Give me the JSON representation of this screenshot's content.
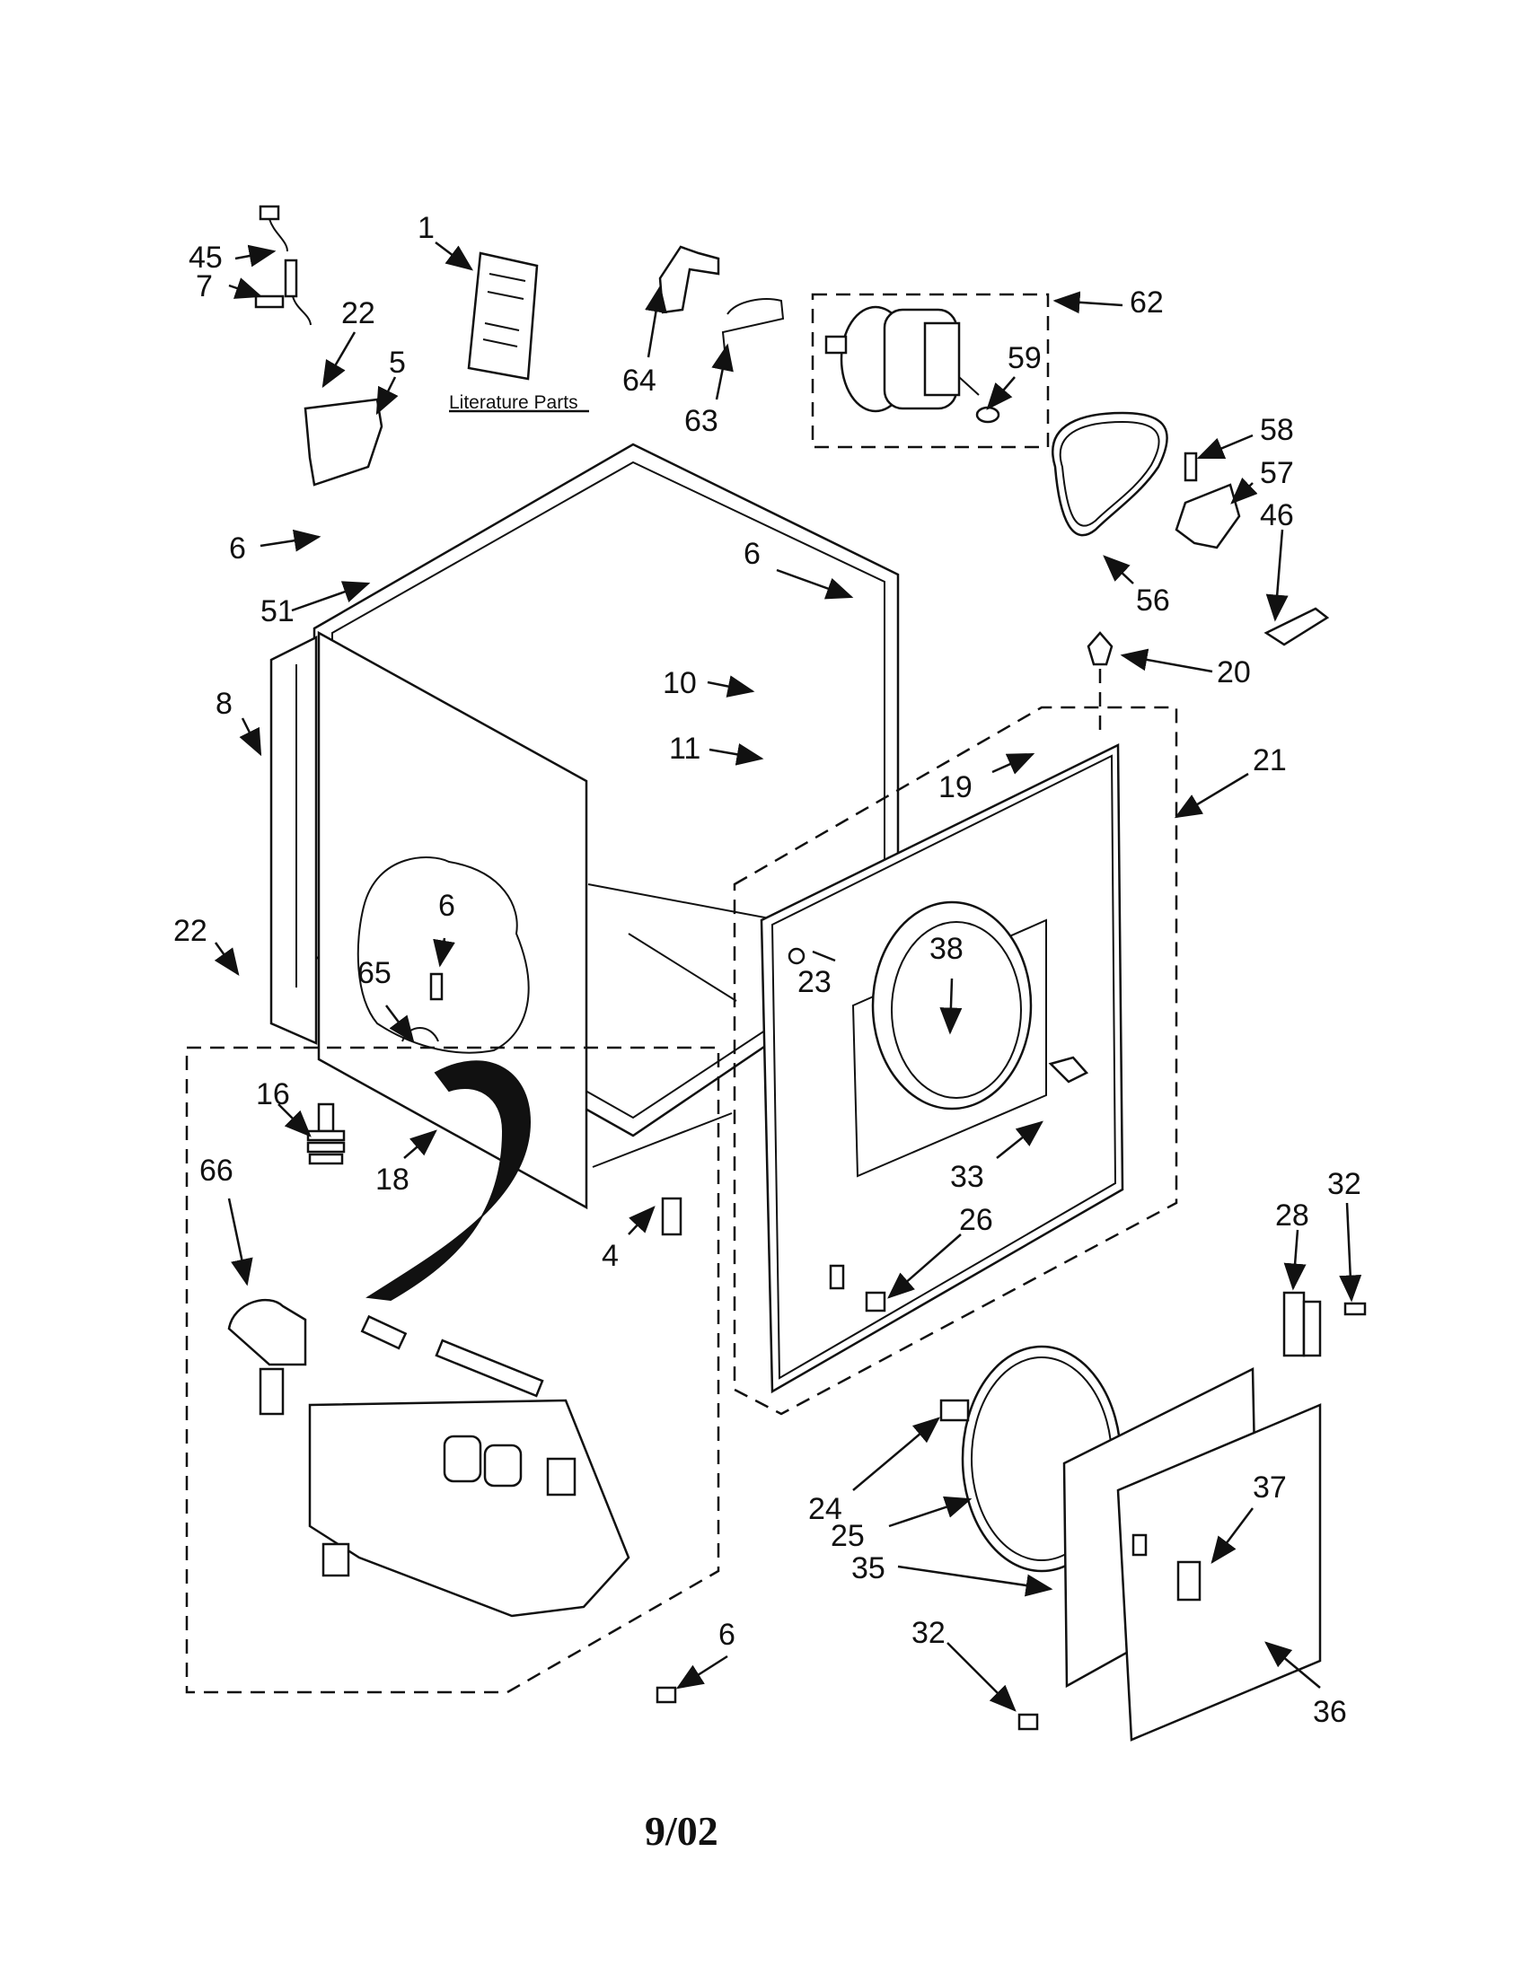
{
  "diagram": {
    "literature_label": "Literature Parts",
    "date": "9/02",
    "callouts": [
      "1",
      "45",
      "7",
      "22",
      "5",
      "64",
      "63",
      "62",
      "59",
      "58",
      "57",
      "46",
      "56",
      "6",
      "51",
      "6",
      "10",
      "11",
      "20",
      "8",
      "19",
      "21",
      "22",
      "6",
      "65",
      "38",
      "23",
      "16",
      "18",
      "33",
      "26",
      "66",
      "4",
      "28",
      "32",
      "24",
      "37",
      "25",
      "35",
      "32",
      "36",
      "6"
    ]
  }
}
